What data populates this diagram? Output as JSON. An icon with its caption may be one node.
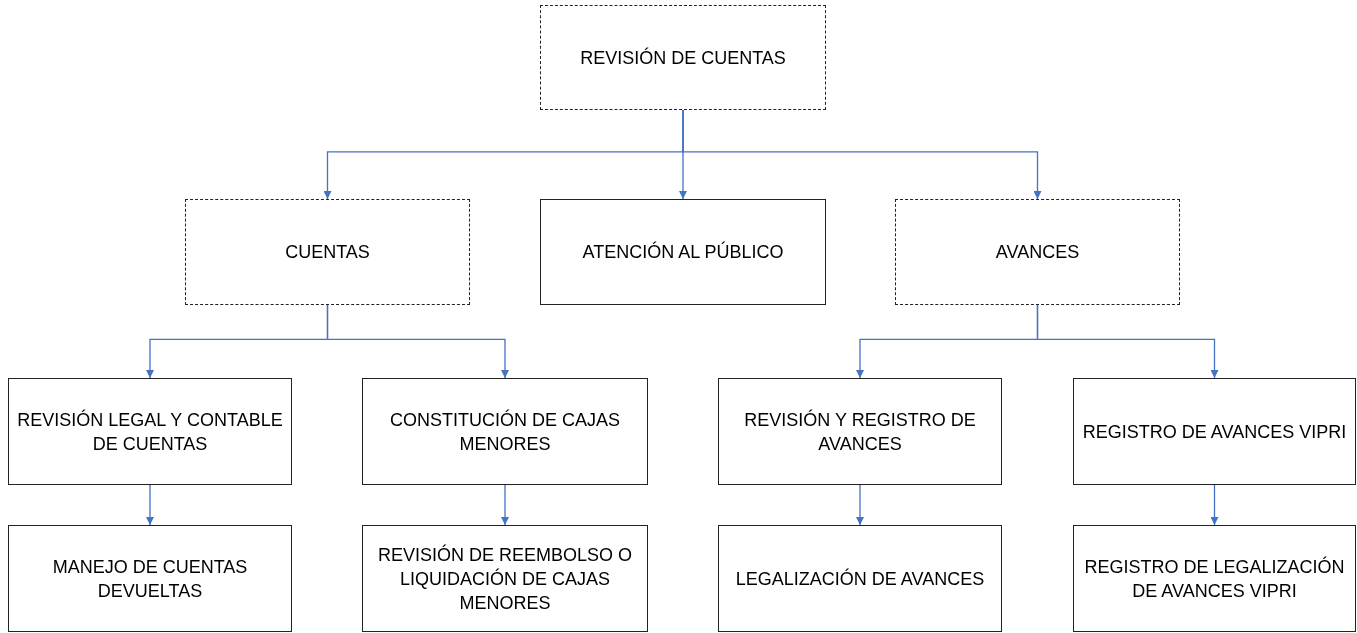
{
  "diagram": {
    "nodes": [
      {
        "text": [
          "REVISIÓN DE CUENTAS"
        ]
      },
      {
        "text": [
          "CUENTAS"
        ]
      },
      {
        "text": [
          "ATENCIÓN AL PÚBLICO"
        ]
      },
      {
        "text": [
          "AVANCES"
        ]
      },
      {
        "text": [
          "REVISIÓN LEGAL Y CONTABLE DE CUENTAS"
        ]
      },
      {
        "text": [
          "CONSTITUCIÓN DE CAJAS MENORES"
        ]
      },
      {
        "text": [
          "MANEJO DE CUENTAS DEVUELTAS"
        ]
      },
      {
        "text": [
          "REVISIÓN DE REEMBOLSO O LIQUIDACIÓN DE CAJAS MENORES"
        ]
      },
      {
        "text": [
          "REVISIÓN Y REGISTRO DE AVANCES"
        ]
      },
      {
        "text": [
          "REGISTRO DE AVANCES VIPRI"
        ]
      },
      {
        "text": [
          "LEGALIZACIÓN DE AVANCES"
        ]
      },
      {
        "text": [
          "REGISTRO DE LEGALIZACIÓN DE AVANCES VIPRI"
        ]
      }
    ],
    "edges": [
      {
        "from": 0,
        "to": 1,
        "arrow": "to"
      },
      {
        "from": 0,
        "to": 2,
        "arrow": "to"
      },
      {
        "from": 0,
        "to": 3,
        "arrow": "to"
      },
      {
        "from": 1,
        "to": 4,
        "arrow": "to"
      },
      {
        "from": 1,
        "to": 5,
        "arrow": "to"
      },
      {
        "from": 3,
        "to": 8,
        "arrow": "to"
      },
      {
        "from": 3,
        "to": 9,
        "arrow": "to"
      },
      {
        "from": 4,
        "to": 6,
        "arrow": "to"
      },
      {
        "from": 5,
        "to": 7,
        "arrow": "to"
      },
      {
        "from": 8,
        "to": 10,
        "arrow": "to"
      },
      {
        "from": 9,
        "to": 11,
        "arrow": "to"
      }
    ]
  }
}
